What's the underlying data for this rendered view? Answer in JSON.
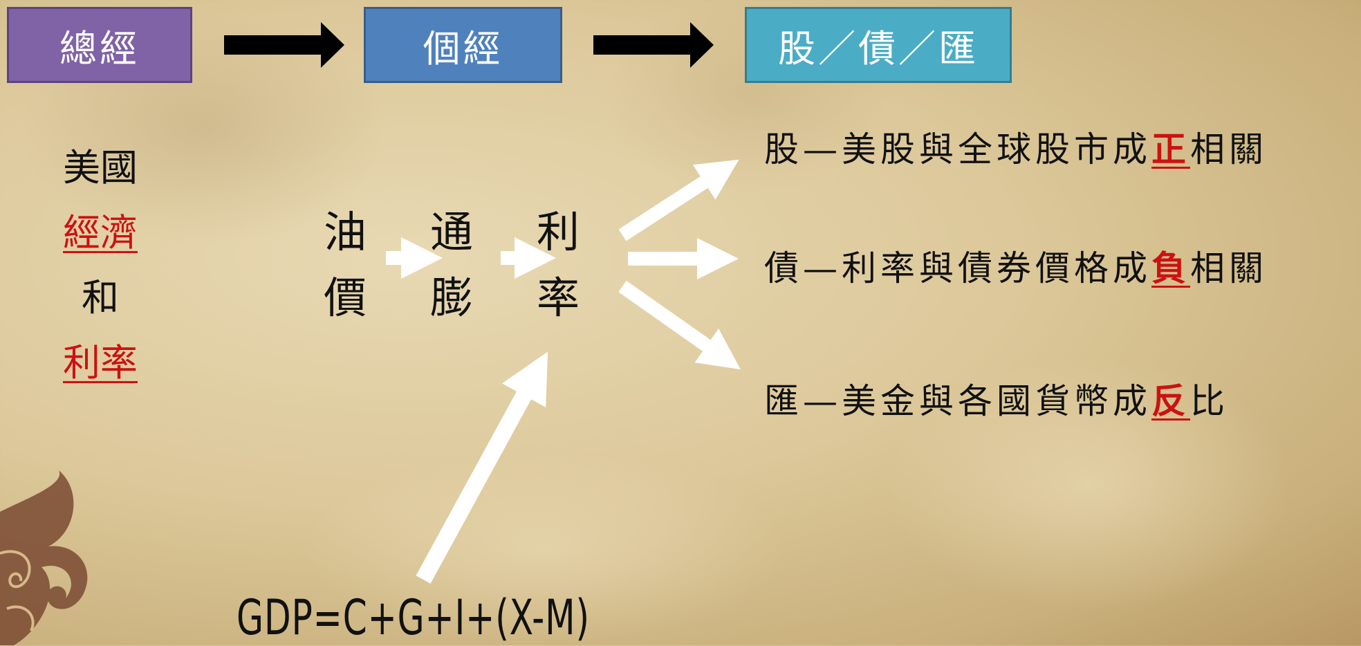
{
  "header": {
    "macro": "總經",
    "micro": "個經",
    "assets": "股／債／匯"
  },
  "left_column": {
    "line1": "美國",
    "line2": "經濟",
    "line3": "和",
    "line4": "利率"
  },
  "chain": {
    "oil": [
      "油",
      "價"
    ],
    "inflation": [
      "通",
      "膨"
    ],
    "rate": [
      "利",
      "率"
    ]
  },
  "relations": {
    "stock": {
      "prefix": "股—美股與全球股市成",
      "highlight": "正",
      "suffix": "相關"
    },
    "bond": {
      "prefix": "債—利率與債券價格成",
      "highlight": "負",
      "suffix": "相關"
    },
    "fx": {
      "prefix": "匯—美金與各國貨幣成",
      "highlight": "反",
      "suffix": "比"
    }
  },
  "formula": "GDP=C+G+I+(X-M)",
  "colors": {
    "macro_box": "#8062a6",
    "micro_box": "#4f81bd",
    "asset_box": "#4bacc6",
    "highlight_red": "#cc1111"
  }
}
